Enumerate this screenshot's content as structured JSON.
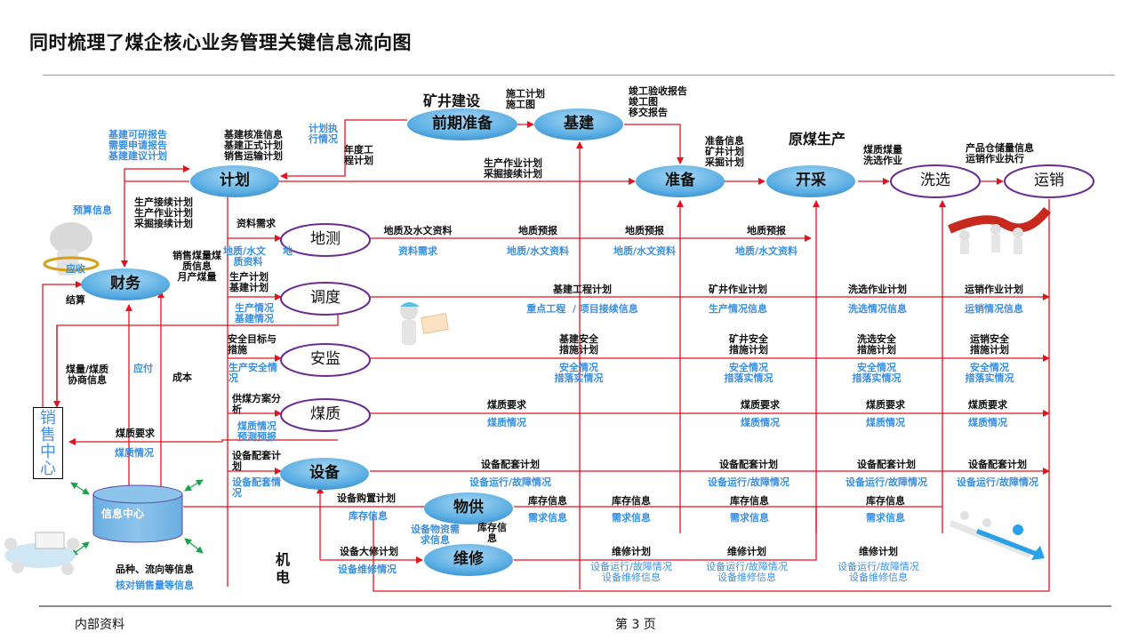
{
  "title": "同时梳理了煤企核心业务管理关键信息流向图",
  "footer": {
    "left": "内部资料",
    "page": "第 3 页"
  },
  "sections": {
    "mine_construction": "矿井建设",
    "raw_coal": "原煤生产",
    "mech_elec": "机\n电"
  },
  "colors": {
    "flow_line": "#e0141e",
    "node_fill": "#6fb7e6",
    "outline_node": "#6a2c91",
    "blue_text": "#3b8fe0",
    "green_arrow": "#1aa34a"
  },
  "nodes": {
    "prep_stage": "前期准备",
    "construction": "基建",
    "plan": "计划",
    "prepare": "准备",
    "mining": "开采",
    "washing": "洗选",
    "transport_sales": "运销",
    "finance": "财务",
    "geo_survey": "地测",
    "dispatch": "调度",
    "safety": "安监",
    "coal_quality": "煤质",
    "equipment": "设备",
    "supply": "物供",
    "maintenance": "维修",
    "sales_center": "销\n售\n中\n心",
    "info_center": "信息中心"
  },
  "labels": {
    "plan_top_in": "基建可研报告\n需要申请报告\n基建建议计划",
    "plan_top_out": "基建核准信息\n基建正式计划\n销售运输计划",
    "plan_exec": "计划执\n行情况",
    "annual_plan": "年度工\n程计划",
    "construction_plan": "施工计划\n施工图",
    "completion": "竣工验收报告\n竣工图\n移交报告",
    "prod_plan_mid": "生产作业计划\n采掘接续计划",
    "prep_info": "准备信息\n矿井计划\n采掘计划",
    "coal_wash": "煤质煤量\n洗选作业",
    "storage_exec": "产品仓储量信息\n运销作业执行",
    "budget_info": "预算信息",
    "plan_to_finance": "生产接续计划\n生产作业计划\n采掘接续计划",
    "receivable": "应收",
    "settlement": "结算",
    "sales_coal_info": "销售煤量煤\n质信息\n月产煤量",
    "data_demand": "资料需求",
    "geo_hydro_left": "地质/水文\n   质资料",
    "geo_left_extra": "地",
    "prod_const_plan": "生产计划\n基建计划",
    "prod_const_status": "生产情况\n基建情况",
    "safety_goal": "安全目标与\n措施",
    "prod_safety": "生产安全情\n况",
    "coal_blend": "供煤方案分\n析",
    "coal_forecast": "煤质情况\n预测预报",
    "equip_plan_left": "设备配套计\n划",
    "equip_status_left": "设备配套情\n况",
    "coal_amount": "煤量/煤质\n协商信息",
    "payable": "应付",
    "cost": "成本",
    "coal_req_sales": "煤质要求",
    "coal_status_sales": "煤质情况",
    "variety_flow": "品种、流向等信息",
    "verify_sales": "核对销售量等信息",
    "equip_purchase": "设备购置计划",
    "stock_info_blue": "库存信息",
    "overhaul_plan": "设备大修计划",
    "maint_status": "设备维修情况",
    "material_demand": "设备物资需\n求信息",
    "stock_info_mid": "库存信\n息"
  },
  "rows": {
    "geo": {
      "top": [
        "地质及水文资料",
        "地质预报",
        "地质预报",
        "地质预报"
      ],
      "bottom": [
        "资料需求",
        "地质/水文资料",
        "地质/水文资料",
        "地质/水文资料"
      ]
    },
    "dispatch": {
      "top": [
        "基建工程计划",
        "矿井作业计划",
        "洗选作业计划",
        "运销作业计划"
      ],
      "bottom": [
        "重点工程  / 项目接续信息",
        "生产情况信息",
        "洗选情况信息",
        "运销情况信息"
      ]
    },
    "safety": {
      "top": [
        "基建安全\n措施计划",
        "矿井安全\n措施计划",
        "洗选安全\n措施计划",
        "运销安全\n措施计划"
      ],
      "bottom": [
        "安全情况\n措落实情况",
        "安全情况\n措落实情况",
        "安全情况\n措落实情况",
        "安全情况\n措落实情况"
      ]
    },
    "coal": {
      "top": [
        "煤质要求",
        "煤质要求",
        "煤质要求",
        "煤质要求"
      ],
      "bottom": [
        "煤质情况",
        "煤质情况",
        "煤质情况",
        "煤质情况"
      ]
    },
    "equip": {
      "top": [
        "设备配套计划",
        "设备配套计划",
        "设备配套计划",
        "设备配套计划"
      ],
      "bottom": [
        "设备运行/故障情况",
        "设备运行/故障情况",
        "设备运行/故障情况",
        "设备运行/故障情况"
      ]
    },
    "supply": {
      "top": [
        "库存信息",
        "库存信息",
        "库存信息",
        "库存信息"
      ],
      "bottom": [
        "需求信息",
        "需求信息",
        "需求信息",
        "需求信息"
      ]
    },
    "maint": {
      "top": [
        "维修计划",
        "维修计划",
        "维修计划"
      ],
      "bottom": [
        "设备运行/故障情况\n设备维修信息",
        "设备运行/故障情况\n设备维修信息",
        "设备运行/故障情况\n设备维修信息"
      ]
    }
  }
}
